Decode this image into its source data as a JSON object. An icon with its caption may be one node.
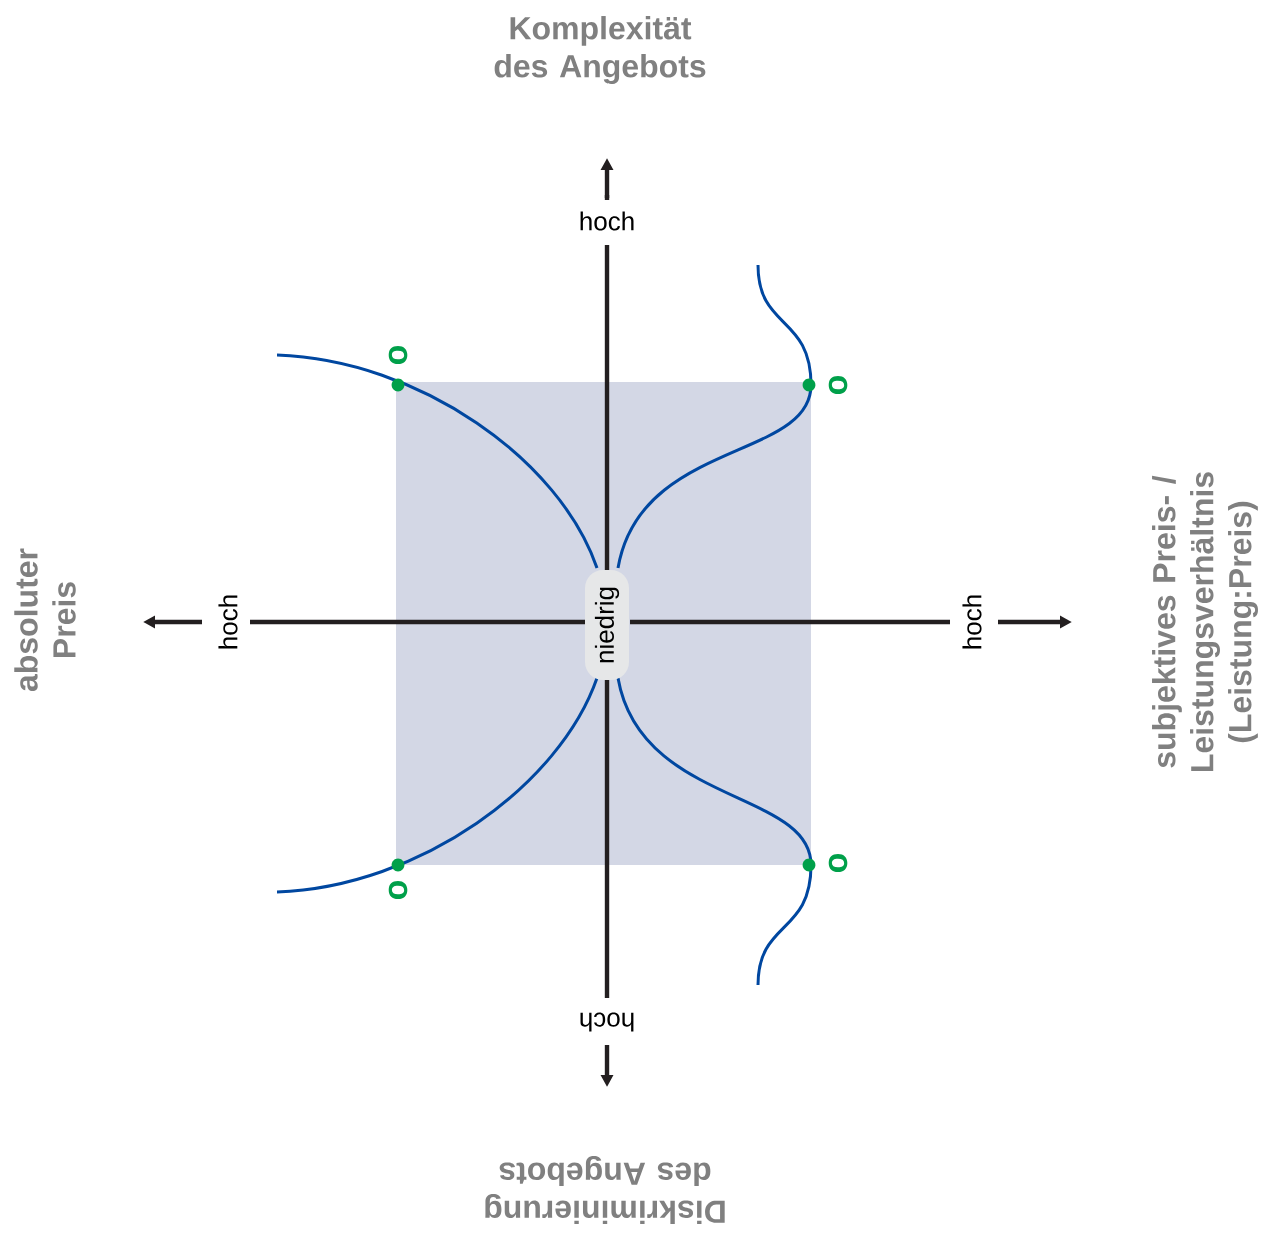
{
  "diagram": {
    "nodes": [
      {
        "text": [
          "niedrig"
        ]
      }
    ],
    "labels": [
      "Komplexität des Angebots",
      "hoch",
      "o",
      "o",
      "absoluter Preis",
      "hoch",
      "hoch",
      "subjektives Preis- / Leistungsverhältnis (Leistung:Preis)",
      "o",
      "o",
      "hoch",
      "Diskriminierung des Angebots"
    ]
  }
}
